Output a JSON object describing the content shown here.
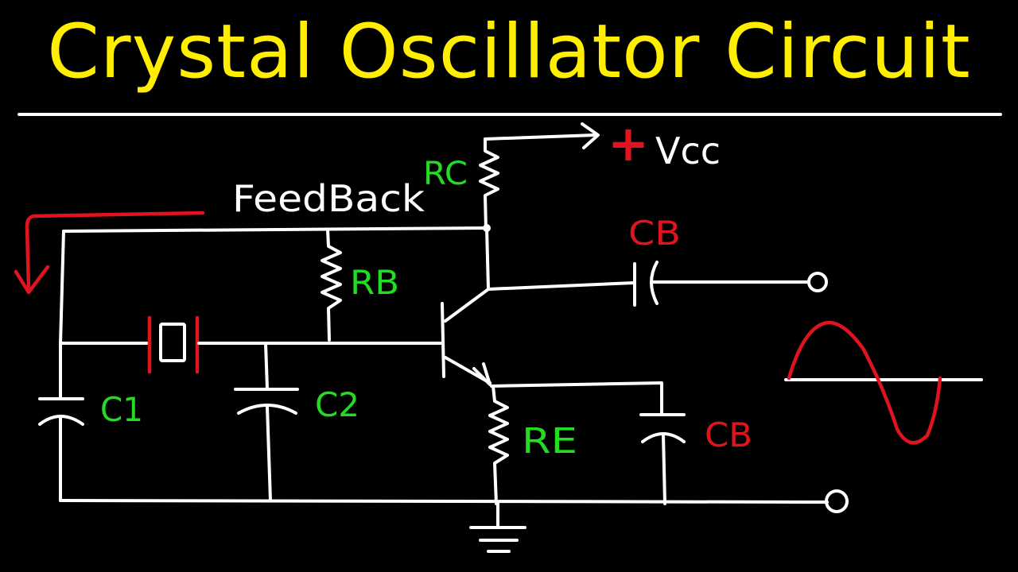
{
  "title": "Crystal Oscillator Circuit",
  "labels": {
    "feedback": "FeedBack",
    "vcc_sign": "+",
    "vcc": "Vcc",
    "rc": "RC",
    "rb": "RB",
    "re": "RE",
    "cb_top": "CB",
    "cb_bottom": "CB",
    "c1": "C1",
    "c2": "C2"
  },
  "colors": {
    "title": "#ffee00",
    "wire": "#ffffff",
    "resistor_label": "#22dd22",
    "capacitor_label_green": "#22dd22",
    "accent_red": "#e0141e",
    "background": "#000000"
  }
}
